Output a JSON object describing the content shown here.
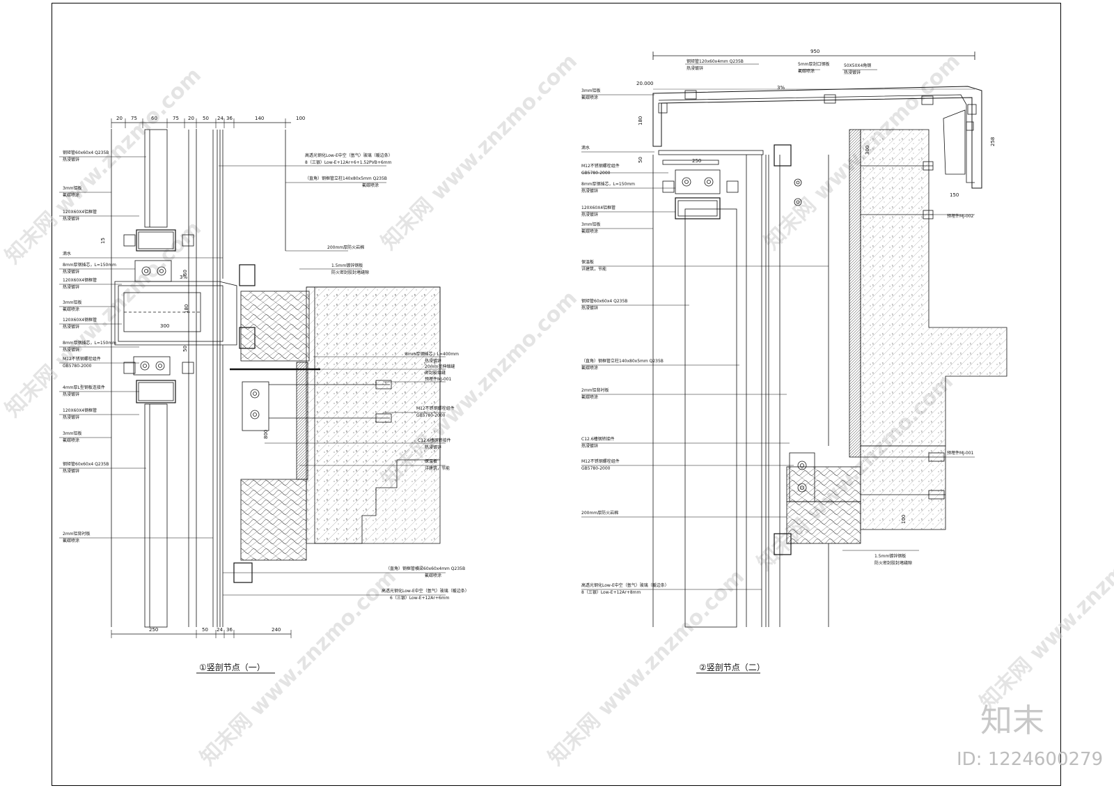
{
  "sheet": {
    "brand": "知末",
    "id_label": "ID: 1224600279",
    "watermark": "知末网 www.znzmo.com"
  },
  "detail1": {
    "title": "①竖剖节点（一）",
    "top_dims": [
      "20",
      "75",
      "60",
      "75",
      "20",
      "50",
      "24",
      "36",
      "140",
      "100"
    ],
    "bottom_dims": [
      "250",
      "50",
      "24",
      "36",
      "240"
    ],
    "inner_dims": [
      "300",
      "180",
      "60",
      "50",
      "15",
      "3%",
      "800"
    ],
    "labels_left": [
      {
        "id": "l1a",
        "t": "钢矩管60x60x4 Q235B",
        "sub": "热浸镀锌"
      },
      {
        "id": "l1b",
        "t": "3mm铝板",
        "sub": "氟碳喷涂"
      },
      {
        "id": "l1c",
        "t": "120X60X4铝框管",
        "sub": "热浸镀锌"
      },
      {
        "id": "l1d",
        "t": "滴水",
        "sub": ""
      },
      {
        "id": "l1e",
        "t": "8mm厚钢插芯，L=150mm",
        "sub": "热浸镀锌"
      },
      {
        "id": "l1f",
        "t": "120X60X4钢框管",
        "sub": "热浸镀锌"
      },
      {
        "id": "l1g",
        "t": "3mm铝板",
        "sub": "氟碳喷涂"
      },
      {
        "id": "l1h",
        "t": "120X60X4钢框管",
        "sub": "热浸镀锌"
      },
      {
        "id": "l1i",
        "t": "8mm厚钢插芯，L=150mm",
        "sub": "热浸镀锌"
      },
      {
        "id": "l1j",
        "t": "M12不锈钢螺栓组件",
        "sub": "GB5780-2000"
      },
      {
        "id": "l1k",
        "t": "4mm厚L型钢板连接件",
        "sub": "热浸镀锌"
      },
      {
        "id": "l1l",
        "t": "120X60X4钢框管",
        "sub": "热浸镀锌"
      },
      {
        "id": "l1m",
        "t": "3mm铝板",
        "sub": "氟碳喷涂"
      },
      {
        "id": "l1n",
        "t": "钢矩管60x60x4 Q235B",
        "sub": "热浸镀锌"
      },
      {
        "id": "l1o",
        "t": "2mm铝背衬板",
        "sub": "氟碳喷涂"
      }
    ],
    "labels_right": [
      {
        "id": "r1a",
        "t": "高透光钢化Low-E中空（氩气）玻璃（暖边条）",
        "sub": "8（三银）Low-E+12Ar+6+1.52PVB+6mm"
      },
      {
        "id": "r1b",
        "t": "（直角）钢框管立柱140x80x5mm Q235B",
        "sub": "氟碳喷涂"
      },
      {
        "id": "r1c",
        "t": "200mm厚防火岩棉",
        "sub": ""
      },
      {
        "id": "r1d",
        "t": "1.5mm镀锌钢板",
        "sub": "防火密封胶封堵缝隙"
      },
      {
        "id": "r1e",
        "t": "8mm厚钢插芯，L=400mm",
        "sub": "热浸镀锌"
      },
      {
        "id": "r1f",
        "t": "20mm宽伸缩缝",
        "sub": "密封胶填缝"
      },
      {
        "id": "r1g",
        "t": "预埋件MJ-001",
        "sub": ""
      },
      {
        "id": "r1h",
        "t": "M12不锈钢螺栓组件",
        "sub": "GB5780-2000"
      },
      {
        "id": "r1i",
        "t": "C12.6槽钢转接件",
        "sub": "热浸镀锌"
      },
      {
        "id": "r1j",
        "t": "保温板",
        "sub": "详建筑，节能"
      },
      {
        "id": "r1k",
        "t": "（直角）钢框管横梁60x60x4mm Q235B",
        "sub": "氟碳喷涂"
      },
      {
        "id": "r1l",
        "t": "高透光钢化Low-E中空（氩气）玻璃（暖边条）",
        "sub": "6（三银）Low-E+12Ar+6mm"
      }
    ]
  },
  "detail2": {
    "title": "②竖剖节点（二）",
    "dims": [
      "950",
      "20.000",
      "180",
      "50",
      "250",
      "258",
      "150",
      "300",
      "100",
      "3%"
    ],
    "labels_left": [
      {
        "id": "l2a",
        "t": "3mm铝板",
        "sub": "氟碳喷涂"
      },
      {
        "id": "l2b",
        "t": "滴水",
        "sub": ""
      },
      {
        "id": "l2c",
        "t": "M12不锈钢螺栓组件",
        "sub": "GB5780-2000"
      },
      {
        "id": "l2d",
        "t": "8mm厚钢插芯，L=150mm",
        "sub": "热浸镀锌"
      },
      {
        "id": "l2e",
        "t": "120X60X4铝框管",
        "sub": "热浸镀锌"
      },
      {
        "id": "l2f",
        "t": "3mm铝板",
        "sub": "氟碳喷涂"
      },
      {
        "id": "l2g",
        "t": "保温板",
        "sub": "详建筑，节能"
      },
      {
        "id": "l2h",
        "t": "钢矩管60x60x4 Q235B",
        "sub": "热浸镀锌"
      },
      {
        "id": "l2i",
        "t": "（直角）钢框管立柱140x80x5mm Q235B",
        "sub": "氟碳喷涂"
      },
      {
        "id": "l2j",
        "t": "2mm铝背衬板",
        "sub": "氟碳喷涂"
      },
      {
        "id": "l2k",
        "t": "C12.6槽钢转接件",
        "sub": "热浸镀锌"
      },
      {
        "id": "l2l",
        "t": "M12不锈钢螺栓组件",
        "sub": "GB5780-2000"
      },
      {
        "id": "l2m",
        "t": "200mm厚防火岩棉",
        "sub": ""
      },
      {
        "id": "l2n",
        "t": "高透光钢化Low-E中空（氩气）玻璃（暖边条）",
        "sub": "8（三银）Low-E+12Ar+8mm"
      }
    ],
    "labels_top": [
      {
        "id": "t2a",
        "t": "钢矩管120x60x4mm Q235B",
        "sub": "热浸镀锌"
      },
      {
        "id": "t2b",
        "t": "5mm厚封口钢板",
        "sub": "氟碳喷涂"
      },
      {
        "id": "t2c",
        "t": "50X50X4角钢",
        "sub": "热浸镀锌"
      }
    ],
    "labels_right": [
      {
        "id": "r2a",
        "t": "预埋件MJ-002",
        "sub": ""
      },
      {
        "id": "r2b",
        "t": "预埋件MJ-001",
        "sub": ""
      },
      {
        "id": "r2c",
        "t": "1.5mm镀锌钢板",
        "sub": "防火密封胶封堵缝隙"
      }
    ]
  }
}
